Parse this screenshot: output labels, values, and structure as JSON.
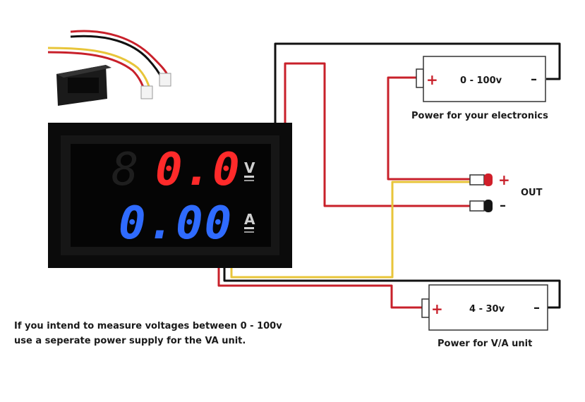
{
  "meter": {
    "voltage_reading": "0.0",
    "voltage_unit": "V",
    "current_reading": "0.00",
    "current_unit": "A"
  },
  "battery_top": {
    "label": "0 - 100v",
    "plus": "+",
    "minus": "–"
  },
  "battery_top_caption": "Power for your electronics",
  "battery_bottom": {
    "label": "4 - 30v",
    "plus": "+",
    "minus": "–"
  },
  "battery_bottom_caption": "Power for V/A unit",
  "output": {
    "label": "OUT",
    "plus": "+",
    "minus": "–"
  },
  "note": {
    "line1": "If you intend to measure voltages between 0 - 100v",
    "line2": "use a seperate power supply for the VA unit."
  },
  "colors": {
    "wire_black": "#111111",
    "wire_red": "#c8202a",
    "wire_yellow": "#e8c53a",
    "digit_red": "#ff2a2a",
    "digit_blue": "#2f6bff",
    "panel": "#0b0b0b"
  }
}
